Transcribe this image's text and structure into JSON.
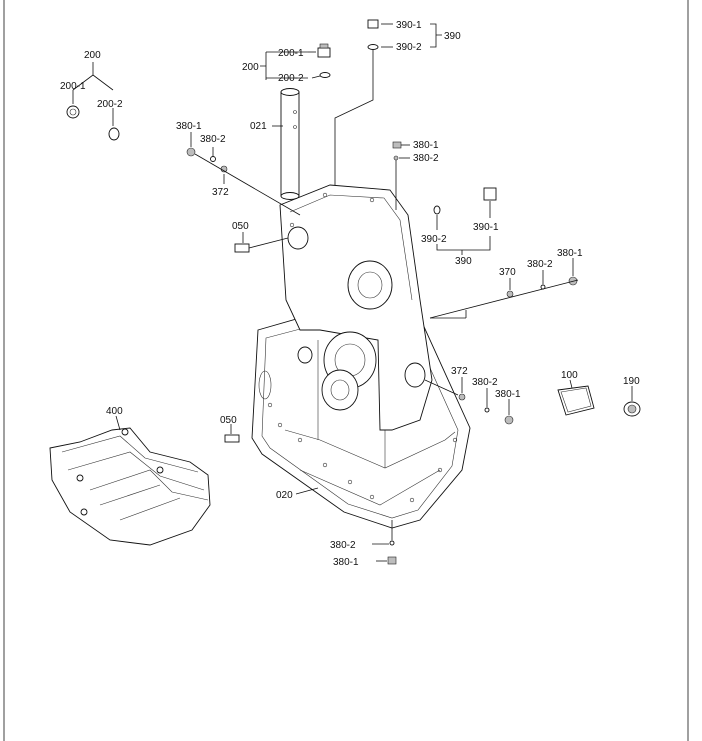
{
  "diagram": {
    "labels": {
      "l200a": "200",
      "l200_1a": "200-1",
      "l200_2a": "200-2",
      "l200b": "200",
      "l200_1b": "200-1",
      "l200_2b": "200-2",
      "l021": "021",
      "l390_1a": "390-1",
      "l390_2a": "390-2",
      "l390a": "390",
      "l380_1a": "380-1",
      "l380_2a": "380-2",
      "l372a": "372",
      "l050a": "050",
      "l380_1b": "380-1",
      "l380_2b": "380-2",
      "l390_1b": "390-1",
      "l390_2b": "390-2",
      "l390b": "390",
      "l370": "370",
      "l380_2c": "380-2",
      "l380_1c": "380-1",
      "l372b": "372",
      "l380_2d": "380-2",
      "l380_1d": "380-1",
      "l100": "100",
      "l190": "190",
      "l400": "400",
      "l050b": "050",
      "l020": "020",
      "l380_2e": "380-2",
      "l380_1e": "380-1"
    }
  }
}
